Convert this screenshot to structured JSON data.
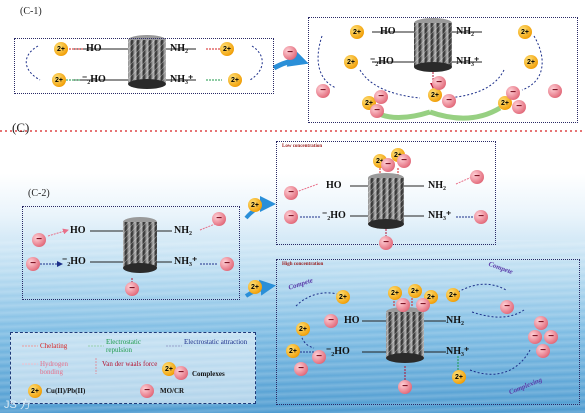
{
  "labels": {
    "c1": "(C-1)",
    "c": "(C)",
    "c2": "(C-2)",
    "low_conc": "Low concentration",
    "high_conc": "High concentration",
    "compete": "Compete",
    "complexing": "Complexing"
  },
  "groups": {
    "ho": "HO",
    "oh_dep": "⁻₂HO",
    "nh2": "NH₂",
    "nh3": "NH₃⁺"
  },
  "ions": {
    "metal": "2+",
    "dye": "−"
  },
  "legend": {
    "chelating": "Chelating",
    "electrostatic_repulsion": "Electrostatic repulsion",
    "electrostatic_attraction": "Electrostatic attraction",
    "hydrogen_bonding": "Hydrogen bonding",
    "van_der_waals": "Van der waals force",
    "complexes": "Complexes",
    "metal_ions": "Cu(II)/Pb(II)",
    "dye_ions": "MO/CR"
  },
  "colors": {
    "chelating": "#d62020",
    "repulsion": "#1c9a4a",
    "attraction": "#1c2f8a",
    "hydrogen": "#e8708a",
    "vdw": "#b01030",
    "metal": "#f2a20c",
    "dye": "#e46f7f"
  },
  "watermark": "JS 方"
}
